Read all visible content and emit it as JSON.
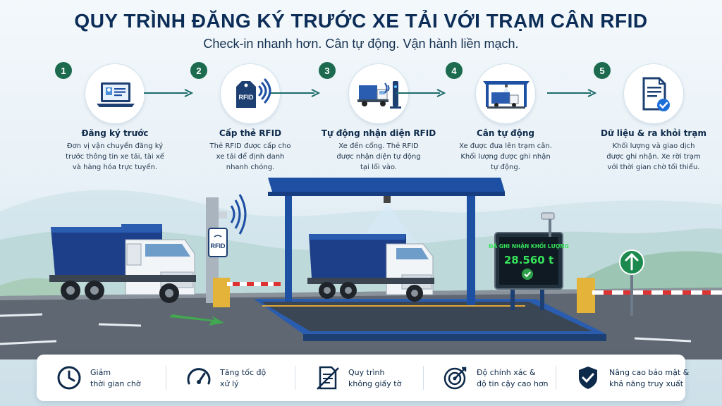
{
  "header": {
    "title": "QUY TRÌNH ĐĂNG KÝ TRƯỚC XE TẢI VỚI TRẠM CÂN RFID",
    "subtitle": "Check-in nhanh hơn. Cân tự động. Vận hành liền mạch."
  },
  "steps": [
    {
      "number": "1",
      "name": "Đăng ký trước",
      "desc_lines": [
        "Đơn vị vận chuyển đăng ký",
        "trước thông tin xe tải, tài xế",
        "và hàng hóa trực tuyến."
      ],
      "icon": "laptop-icon"
    },
    {
      "number": "2",
      "name": "Cấp thẻ RFID",
      "desc_lines": [
        "Thẻ RFID được cấp cho",
        "xe tải để định danh",
        "nhanh chóng."
      ],
      "icon": "rfid-tag-icon",
      "tag_label": "RFID"
    },
    {
      "number": "3",
      "name": "Tự động nhận diện RFID",
      "desc_lines": [
        "Xe đến cổng. Thẻ RFID",
        "được nhận diện tự động",
        "tại lối vào."
      ],
      "icon": "truck-reader-icon"
    },
    {
      "number": "4",
      "name": "Cân tự động",
      "desc_lines": [
        "Xe được đưa lên trạm cân.",
        "Khối lượng được ghi nhận",
        "tự động."
      ],
      "icon": "weigh-station-icon"
    },
    {
      "number": "5",
      "name": "Dữ liệu & ra khỏi trạm",
      "desc_lines": [
        "Khối lượng và giao dịch",
        "được ghi nhận. Xe rời trạm",
        "với thời gian chờ tối thiểu."
      ],
      "icon": "document-check-icon"
    }
  ],
  "scene": {
    "reader_label": "RFID",
    "display_caption": "ĐÃ GHI NHẬN KHỐI LƯỢNG",
    "display_weight": "28.560 t"
  },
  "benefits": [
    {
      "lines": [
        "Giảm",
        "thời gian chờ"
      ],
      "icon": "clock-icon"
    },
    {
      "lines": [
        "Tăng tốc độ",
        "xử lý"
      ],
      "icon": "speedometer-icon"
    },
    {
      "lines": [
        "Quy trình",
        "không giấy tờ"
      ],
      "icon": "paperless-icon"
    },
    {
      "lines": [
        "Độ chính xác &",
        "độ tin cậy cao hơn"
      ],
      "icon": "target-icon"
    },
    {
      "lines": [
        "Nâng cao bảo mật &",
        "khả năng truy xuất"
      ],
      "icon": "shield-check-icon"
    }
  ],
  "colors": {
    "navy": "#0c2d57",
    "accent_blue": "#1d4fa3",
    "number_green": "#1c6b4e",
    "ok_green": "#2e9e4a",
    "display_text": "#37e35b"
  }
}
